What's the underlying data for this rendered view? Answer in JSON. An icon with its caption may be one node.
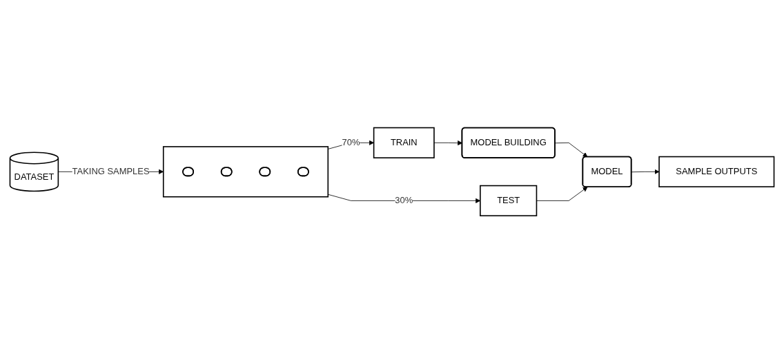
{
  "diagram": {
    "nodes": [
      {
        "text": [
          "DATASET"
        ]
      },
      {
        "text": [],
        "shape": "box"
      },
      {
        "text": [],
        "shape": "ellipse",
        "in": 1
      },
      {
        "text": [],
        "shape": "ellipse",
        "in": 1
      },
      {
        "text": [],
        "shape": "ellipse",
        "in": 1
      },
      {
        "text": [],
        "shape": "ellipse",
        "in": 1
      },
      {
        "text": [
          "TRAIN"
        ]
      },
      {
        "text": [
          "TEST"
        ]
      },
      {
        "text": [
          "MODEL BUILDING"
        ]
      },
      {
        "text": [
          "MODEL"
        ]
      },
      {
        "text": [
          "SAMPLE OUTPUTS"
        ]
      }
    ],
    "edges": [
      {
        "from": 0,
        "to": 1,
        "label": "TAKING SAMPLES",
        "arrow": "to"
      },
      {
        "from": 1,
        "to": 6,
        "label": "70%",
        "arrow": "to"
      },
      {
        "from": 1,
        "to": 7,
        "label": "30%",
        "arrow": "to"
      },
      {
        "from": 6,
        "to": 8,
        "arrow": "to"
      },
      {
        "from": 8,
        "to": 9,
        "arrow": "to"
      },
      {
        "from": 7,
        "to": 9,
        "arrow": "to"
      },
      {
        "from": 9,
        "to": 10,
        "arrow": "to"
      }
    ]
  }
}
